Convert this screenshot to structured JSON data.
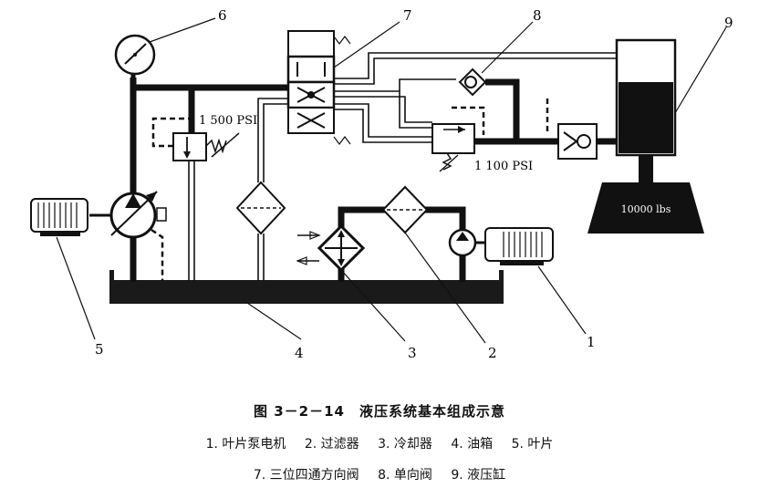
{
  "callouts": [
    "1",
    "2",
    "3",
    "4",
    "5",
    "6",
    "7",
    "8",
    "9"
  ],
  "relief_valve_setting": "1 500 PSI",
  "reducing_valve_setting": "1 100 PSI",
  "load_label": "10000 lbs",
  "caption": "图 3－2－14　液压系统基本组成示意",
  "legend": {
    "row1": [
      "1. 叶片泵电机",
      "2. 过滤器",
      "3. 冷却器",
      "4. 油箱",
      "5. 叶片"
    ],
    "row2": [
      "7. 三位四通方向阀",
      "8. 单向阀",
      "9. 液压缸"
    ]
  }
}
